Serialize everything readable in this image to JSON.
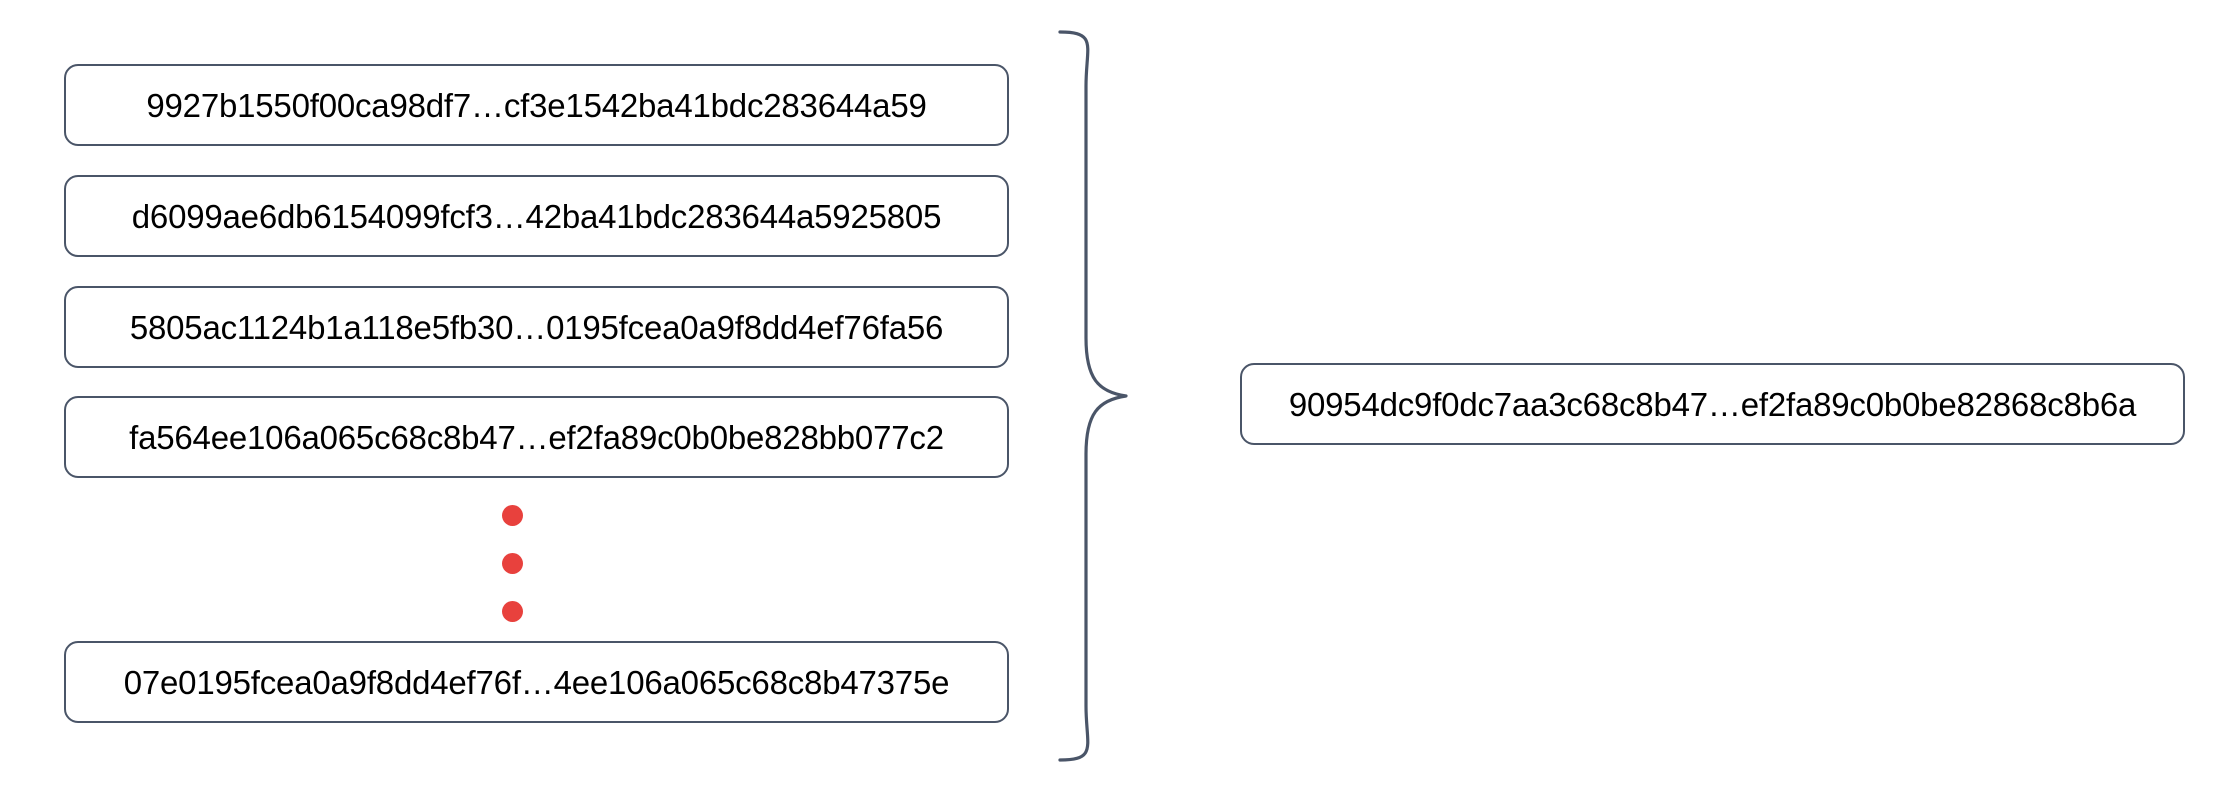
{
  "diagram": {
    "type": "hash-aggregation",
    "accent_color": "#e8413d",
    "box_border_color": "#4a5568",
    "brace_color": "#4a5568",
    "text_color": "#000000",
    "background_color": "#ffffff",
    "inputs": [
      {
        "hash": "9927b1550f00ca98df7…cf3e1542ba41bdc283644a59"
      },
      {
        "hash": "d6099ae6db6154099fcf3…42ba41bdc283644a5925805"
      },
      {
        "hash": "5805ac1124b1a118e5fb30…0195fcea0a9f8dd4ef76fa56"
      },
      {
        "hash": "fa564ee106a065c68c8b47…ef2fa89c0b0be828bb077c2"
      },
      {
        "hash": "07e0195fcea0a9f8dd4ef76f…4ee106a065c68c8b47375e"
      }
    ],
    "ellipsis": {
      "label": "vertical-ellipsis",
      "dot_count": 3
    },
    "brace": {
      "label": "grouping-brace",
      "orientation": "right-pointing"
    },
    "output": {
      "hash": "90954dc9f0dc7aa3c68c8b47…ef2fa89c0b0be82868c8b6a"
    }
  }
}
